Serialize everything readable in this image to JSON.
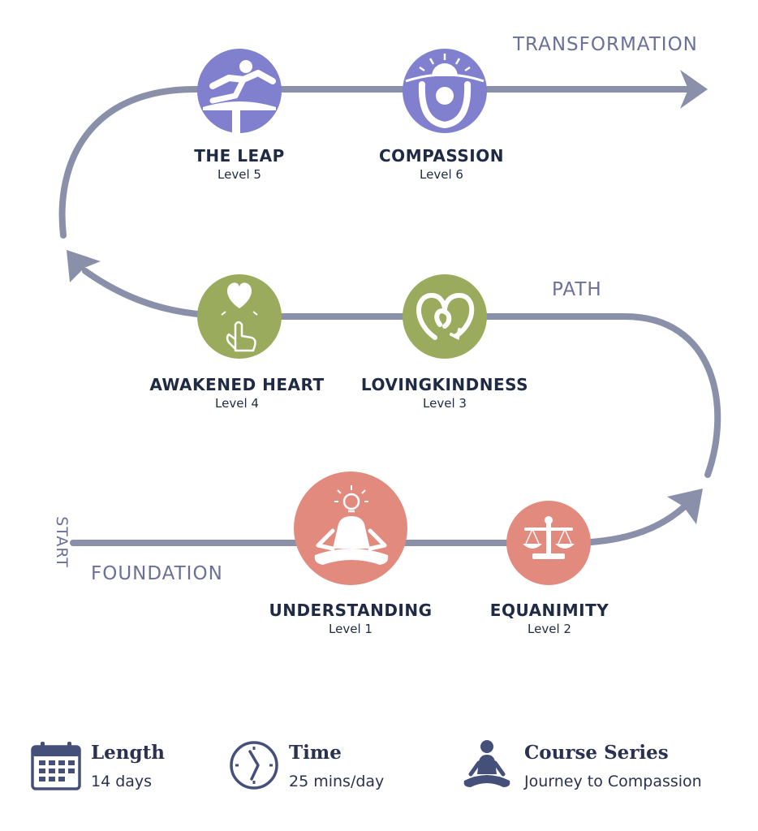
{
  "colors": {
    "path": "#8a90aa",
    "purple": "#8080cf",
    "green": "#9aab5e",
    "salmon": "#e28a7e",
    "label": "#1f2a44",
    "phase": "#6b7099",
    "info": "#2b3150"
  },
  "phases": {
    "start": "START",
    "foundation": "FOUNDATION",
    "path": "PATH",
    "transformation": "TRANSFORMATION"
  },
  "stages": [
    {
      "title": "UNDERSTANDING",
      "level": "Level 1",
      "icon": "meditation-lightbulb-icon",
      "color": "salmon"
    },
    {
      "title": "EQUANIMITY",
      "level": "Level 2",
      "icon": "balance-scale-icon",
      "color": "salmon"
    },
    {
      "title": "LOVINGKINDNESS",
      "level": "Level 3",
      "icon": "heart-loop-icon",
      "color": "green"
    },
    {
      "title": "AWAKENED HEART",
      "level": "Level 4",
      "icon": "finger-heart-icon",
      "color": "green"
    },
    {
      "title": "THE LEAP",
      "level": "Level 5",
      "icon": "hurdle-jump-icon",
      "color": "purple"
    },
    {
      "title": "COMPASSION",
      "level": "Level 6",
      "icon": "sunrise-embrace-icon",
      "color": "purple"
    }
  ],
  "info": {
    "length": {
      "label": "Length",
      "value": "14 days",
      "icon": "calendar-icon"
    },
    "time": {
      "label": "Time",
      "value": "25 mins/day",
      "icon": "clock-icon"
    },
    "series": {
      "label": "Course Series",
      "value": "Journey to Compassion",
      "icon": "meditator-icon"
    }
  }
}
